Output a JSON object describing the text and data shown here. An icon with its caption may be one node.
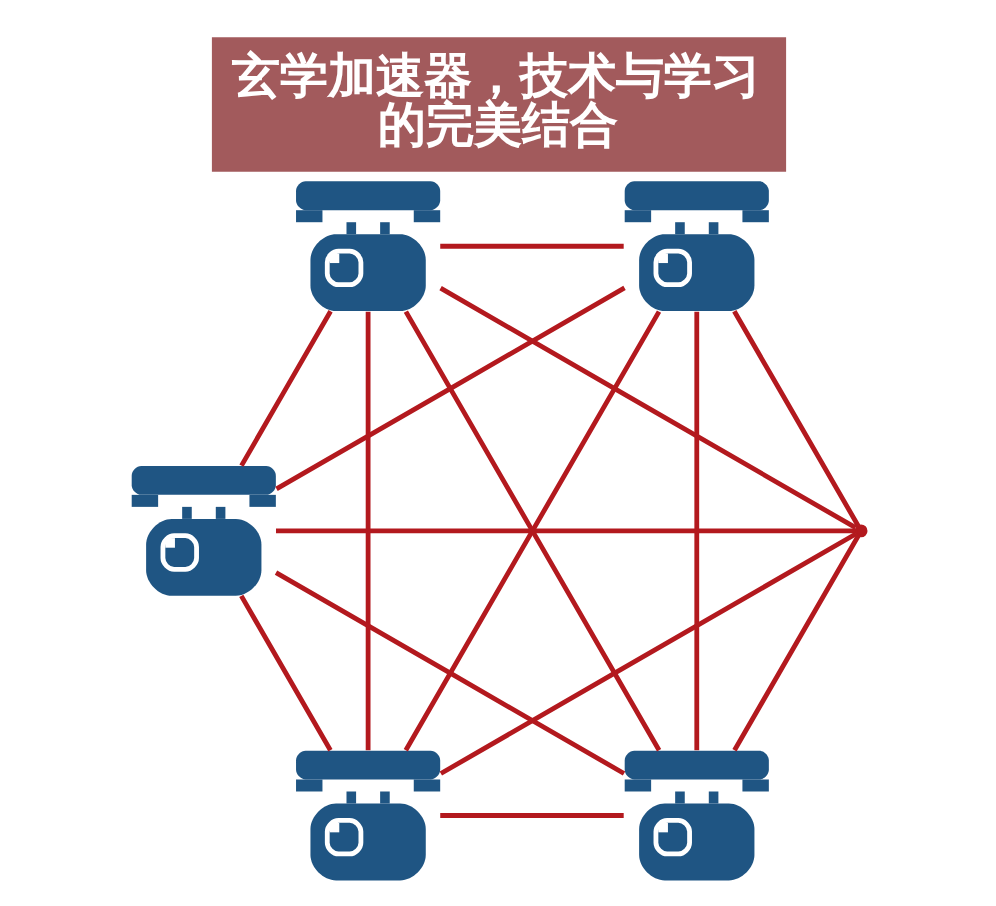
{
  "diagram": {
    "title": "玄学加速器，技术与学习的完美结合",
    "nodes": [
      {
        "text": [],
        "shape": "telephone"
      },
      {
        "text": [],
        "shape": "telephone"
      },
      {
        "text": [],
        "shape": "telephone"
      },
      {
        "text": [],
        "shape": "point"
      },
      {
        "text": [],
        "shape": "telephone"
      },
      {
        "text": [],
        "shape": "telephone"
      }
    ],
    "edges": [
      {
        "from": 0,
        "to": 1,
        "arrow": "none"
      },
      {
        "from": 0,
        "to": 2,
        "arrow": "none"
      },
      {
        "from": 0,
        "to": 3,
        "arrow": "none"
      },
      {
        "from": 0,
        "to": 4,
        "arrow": "none"
      },
      {
        "from": 0,
        "to": 5,
        "arrow": "none"
      },
      {
        "from": 1,
        "to": 2,
        "arrow": "none"
      },
      {
        "from": 1,
        "to": 3,
        "arrow": "none"
      },
      {
        "from": 1,
        "to": 4,
        "arrow": "none"
      },
      {
        "from": 1,
        "to": 5,
        "arrow": "none"
      },
      {
        "from": 2,
        "to": 3,
        "arrow": "none"
      },
      {
        "from": 2,
        "to": 4,
        "arrow": "none"
      },
      {
        "from": 2,
        "to": 5,
        "arrow": "none"
      },
      {
        "from": 3,
        "to": 4,
        "arrow": "none"
      },
      {
        "from": 3,
        "to": 5,
        "arrow": "none"
      },
      {
        "from": 4,
        "to": 5,
        "arrow": "none"
      }
    ]
  }
}
